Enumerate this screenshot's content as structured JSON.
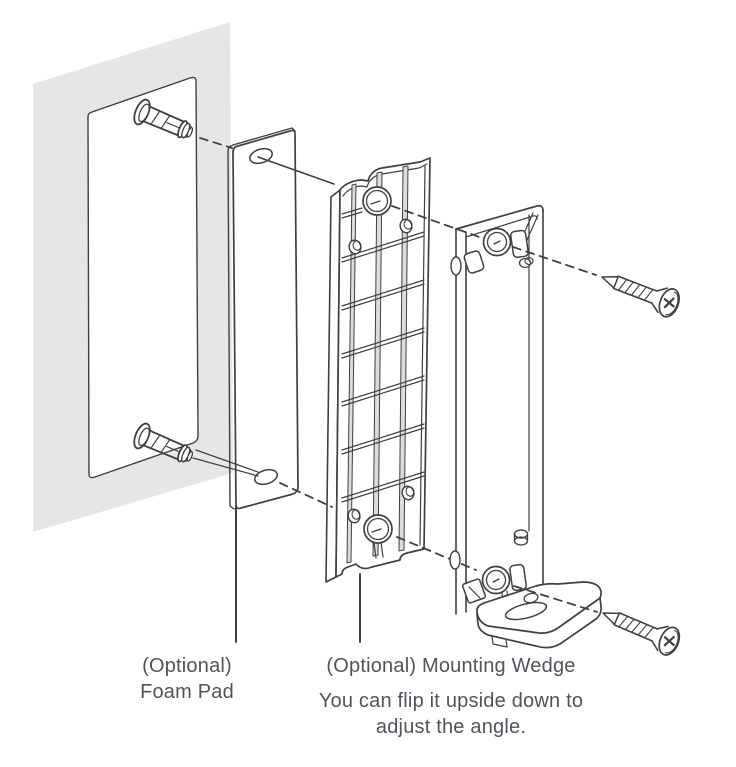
{
  "document": {
    "kind": "installation-diagram",
    "background_color": "#ffffff",
    "line_color": "#3e4043",
    "wall_color": "#e6e6e6",
    "rib_color": "#dcdcdc",
    "text_color": "#50545b"
  },
  "labels": {
    "foam_pad_line1": "(Optional)",
    "foam_pad_line2": "Foam Pad",
    "mounting_wedge_title": "(Optional) Mounting Wedge",
    "mounting_wedge_note_line1": "You can flip it upside down to",
    "mounting_wedge_note_line2": "adjust the angle."
  }
}
